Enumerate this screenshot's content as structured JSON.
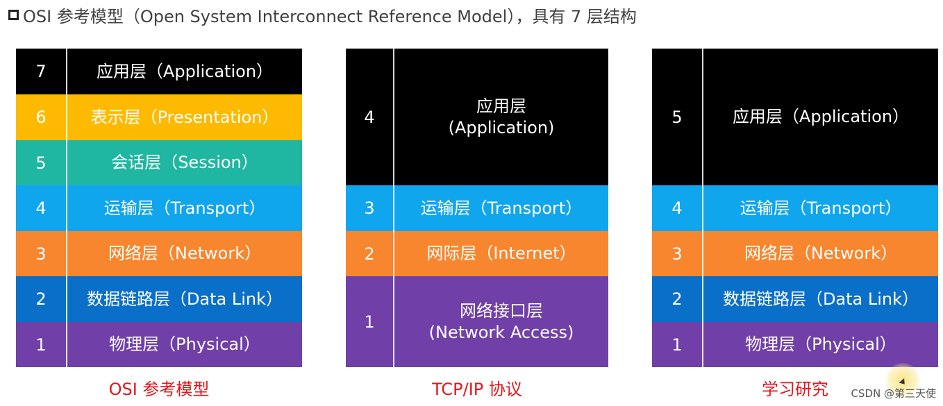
{
  "header": {
    "title": "OSI 参考模型（Open System Interconnect Reference Model），具有 7 层结构"
  },
  "colors": {
    "black": "#000000",
    "yellow": "#fdba00",
    "teal": "#1fb7a1",
    "sky_blue": "#10a6ee",
    "orange": "#f8862f",
    "blue": "#0a6fc9",
    "purple": "#7040a8",
    "caption_red": "#e8141b"
  },
  "osi": {
    "caption": "OSI 参考模型",
    "layers": [
      {
        "num": "7",
        "line1": "应用层（Application）",
        "line2": "",
        "color": "#000000"
      },
      {
        "num": "6",
        "line1": "表示层（Presentation）",
        "line2": "",
        "color": "#fdba00"
      },
      {
        "num": "5",
        "line1": "会话层（Session）",
        "line2": "",
        "color": "#1fb7a1"
      },
      {
        "num": "4",
        "line1": "运输层（Transport）",
        "line2": "",
        "color": "#10a6ee"
      },
      {
        "num": "3",
        "line1": "网络层（Network）",
        "line2": "",
        "color": "#f8862f"
      },
      {
        "num": "2",
        "line1": "数据链路层（Data Link）",
        "line2": "",
        "color": "#0a6fc9"
      },
      {
        "num": "1",
        "line1": "物理层（Physical）",
        "line2": "",
        "color": "#7040a8"
      }
    ]
  },
  "tcpip": {
    "caption": "TCP/IP 协议",
    "layers": [
      {
        "num": "4",
        "line1": "应用层",
        "line2": "(Application)",
        "span": 3,
        "color": "#000000"
      },
      {
        "num": "3",
        "line1": "运输层（Transport）",
        "line2": "",
        "span": 1,
        "color": "#10a6ee"
      },
      {
        "num": "2",
        "line1": "网际层（Internet）",
        "line2": "",
        "span": 1,
        "color": "#f8862f"
      },
      {
        "num": "1",
        "line1": "网络接口层",
        "line2": "(Network Access)",
        "span": 2,
        "color": "#7040a8"
      }
    ]
  },
  "study": {
    "caption": "学习研究",
    "layers": [
      {
        "num": "5",
        "line1": "应用层（Application）",
        "line2": "",
        "span": 3,
        "color": "#000000"
      },
      {
        "num": "4",
        "line1": "运输层（Transport）",
        "line2": "",
        "span": 1,
        "color": "#10a6ee"
      },
      {
        "num": "3",
        "line1": "网络层（Network）",
        "line2": "",
        "span": 1,
        "color": "#f8862f"
      },
      {
        "num": "2",
        "line1": "数据链路层（Data Link）",
        "line2": "",
        "span": 1,
        "color": "#0a6fc9"
      },
      {
        "num": "1",
        "line1": "物理层（Physical）",
        "line2": "",
        "span": 1,
        "color": "#7040a8"
      }
    ]
  },
  "watermark": {
    "text": "CSDN @第三天使"
  }
}
